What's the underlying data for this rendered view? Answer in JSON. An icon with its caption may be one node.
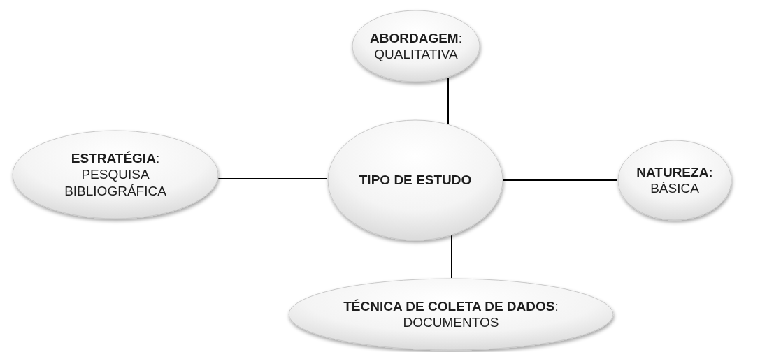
{
  "diagram": {
    "nodes": [
      {
        "text": [
          "**ABORDAGEM**:",
          "QUALITATIVA"
        ]
      },
      {
        "text": [
          "**ESTRATÉGIA**:",
          "PESQUISA BIBLIOGRÁFICA"
        ]
      },
      {
        "text": [
          "TIPO DE ESTUDO"
        ]
      },
      {
        "text": [
          "NATUREZA:",
          "BÁSICA"
        ]
      },
      {
        "text": [
          "**TÉCNICA DE COLETA DE DADOS**:",
          "DOCUMENTOS"
        ]
      }
    ],
    "edges": [
      {
        "from": 2,
        "to": 0,
        "arrow": "none"
      },
      {
        "from": 2,
        "to": 1,
        "arrow": "none"
      },
      {
        "from": 2,
        "to": 3,
        "arrow": "none"
      },
      {
        "from": 2,
        "to": 4,
        "arrow": "none"
      }
    ]
  }
}
